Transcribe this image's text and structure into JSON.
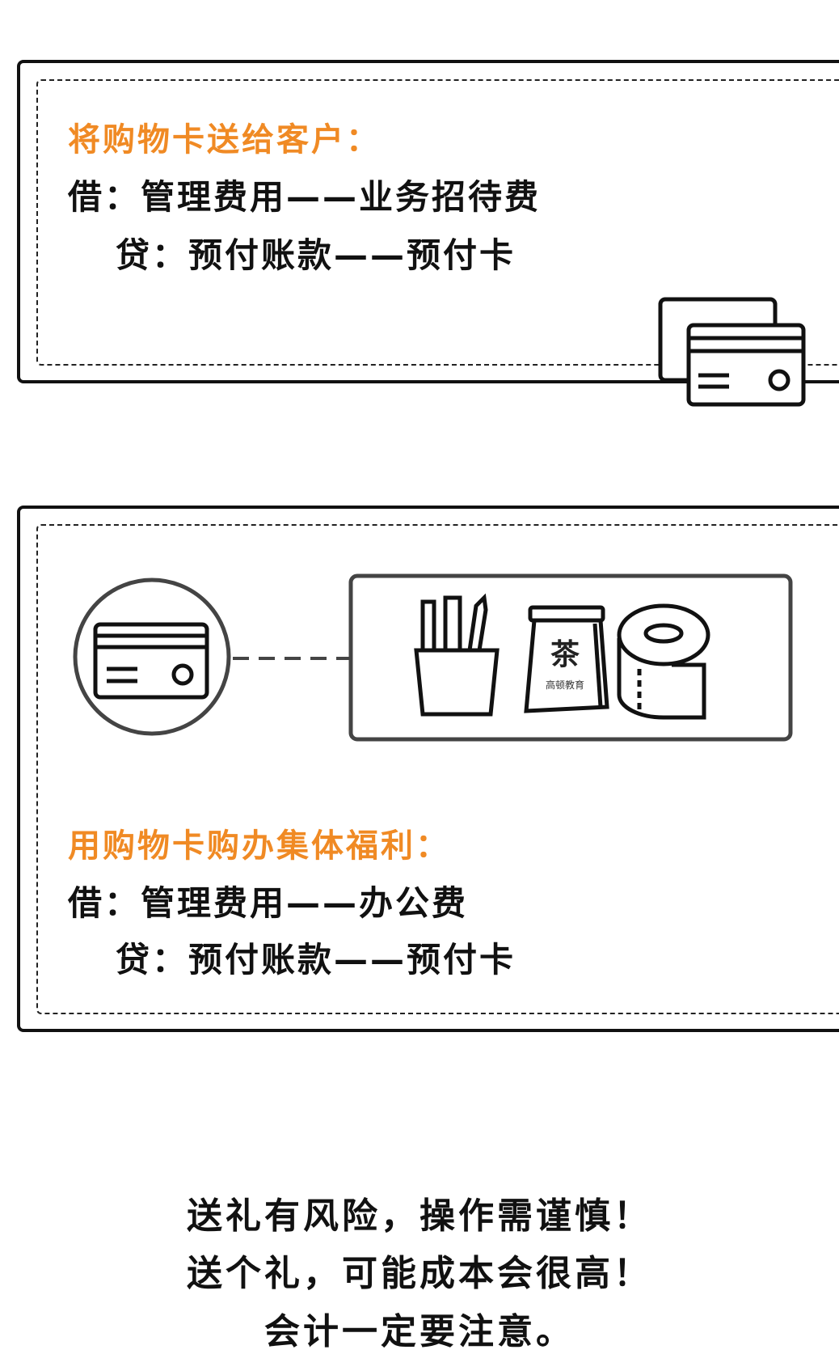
{
  "section1": {
    "title": "将购物卡送给客户：",
    "debit": "借：管理费用——业务招待费",
    "credit": "贷：预付账款——预付卡"
  },
  "section2": {
    "title": "用购物卡购办集体福利：",
    "debit": "借：管理费用——办公费",
    "credit": "贷：预付账款——预付卡",
    "tea_label": "茶",
    "brand_logo": "高顿教育"
  },
  "closing": [
    "送礼有风险，操作需谨慎！",
    "送个礼，可能成本会很高！",
    "会计一定要注意。"
  ],
  "colors": {
    "accent": "#f08a24",
    "text": "#111111"
  }
}
